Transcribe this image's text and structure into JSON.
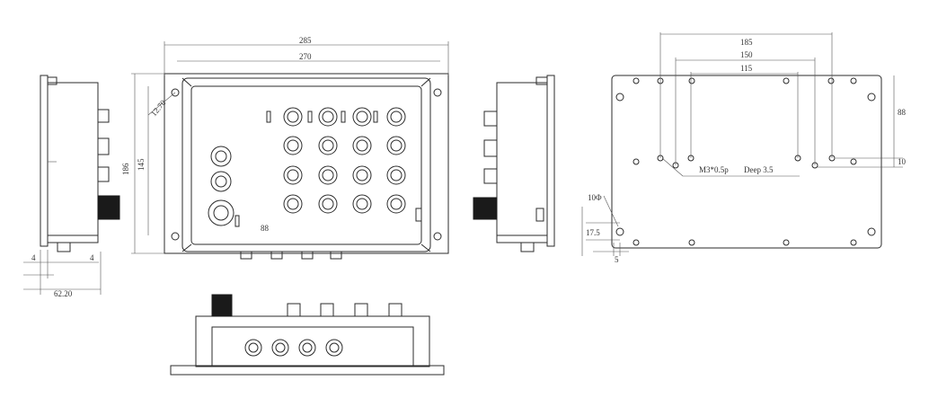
{
  "front_view": {
    "width_outer": "285",
    "width_inner": "270",
    "height_outer": "186",
    "height_inner": "145",
    "corner_dim": "12.70",
    "led_label": "88"
  },
  "side_view_left": {
    "dim_a": "4",
    "dim_b": "4",
    "dim_c": "62.20"
  },
  "back_view": {
    "width_185": "185",
    "width_150": "150",
    "width_115": "115",
    "height_88": "88",
    "offset_10": "10",
    "screw_note": "M3*0.5p",
    "depth_note": "Deep 3.5",
    "hole_dia": "10Φ",
    "slot_height": "17.5",
    "slot_offset": "5"
  }
}
